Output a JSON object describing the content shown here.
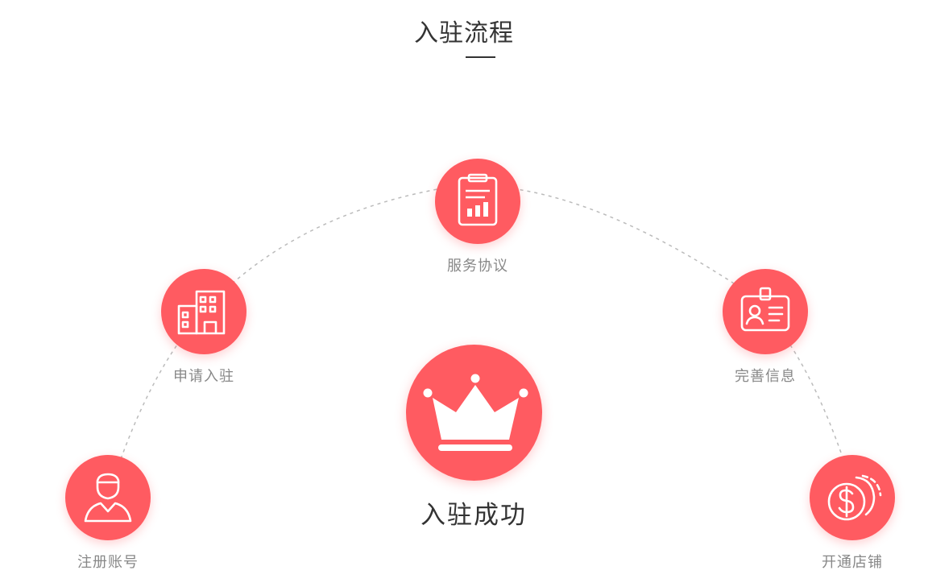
{
  "header": {
    "title": "入驻流程"
  },
  "colors": {
    "accent": "#ff5b61",
    "label": "#888888",
    "title": "#333333",
    "arc": "#bbbbbb"
  },
  "steps": [
    {
      "label": "注册账号",
      "icon": "person-icon"
    },
    {
      "label": "申请入驻",
      "icon": "building-icon"
    },
    {
      "label": "服务协议",
      "icon": "clipboard-chart-icon"
    },
    {
      "label": "完善信息",
      "icon": "id-badge-icon"
    },
    {
      "label": "开通店铺",
      "icon": "coins-dollar-icon"
    }
  ],
  "result": {
    "label": "入驻成功",
    "icon": "crown-icon"
  }
}
